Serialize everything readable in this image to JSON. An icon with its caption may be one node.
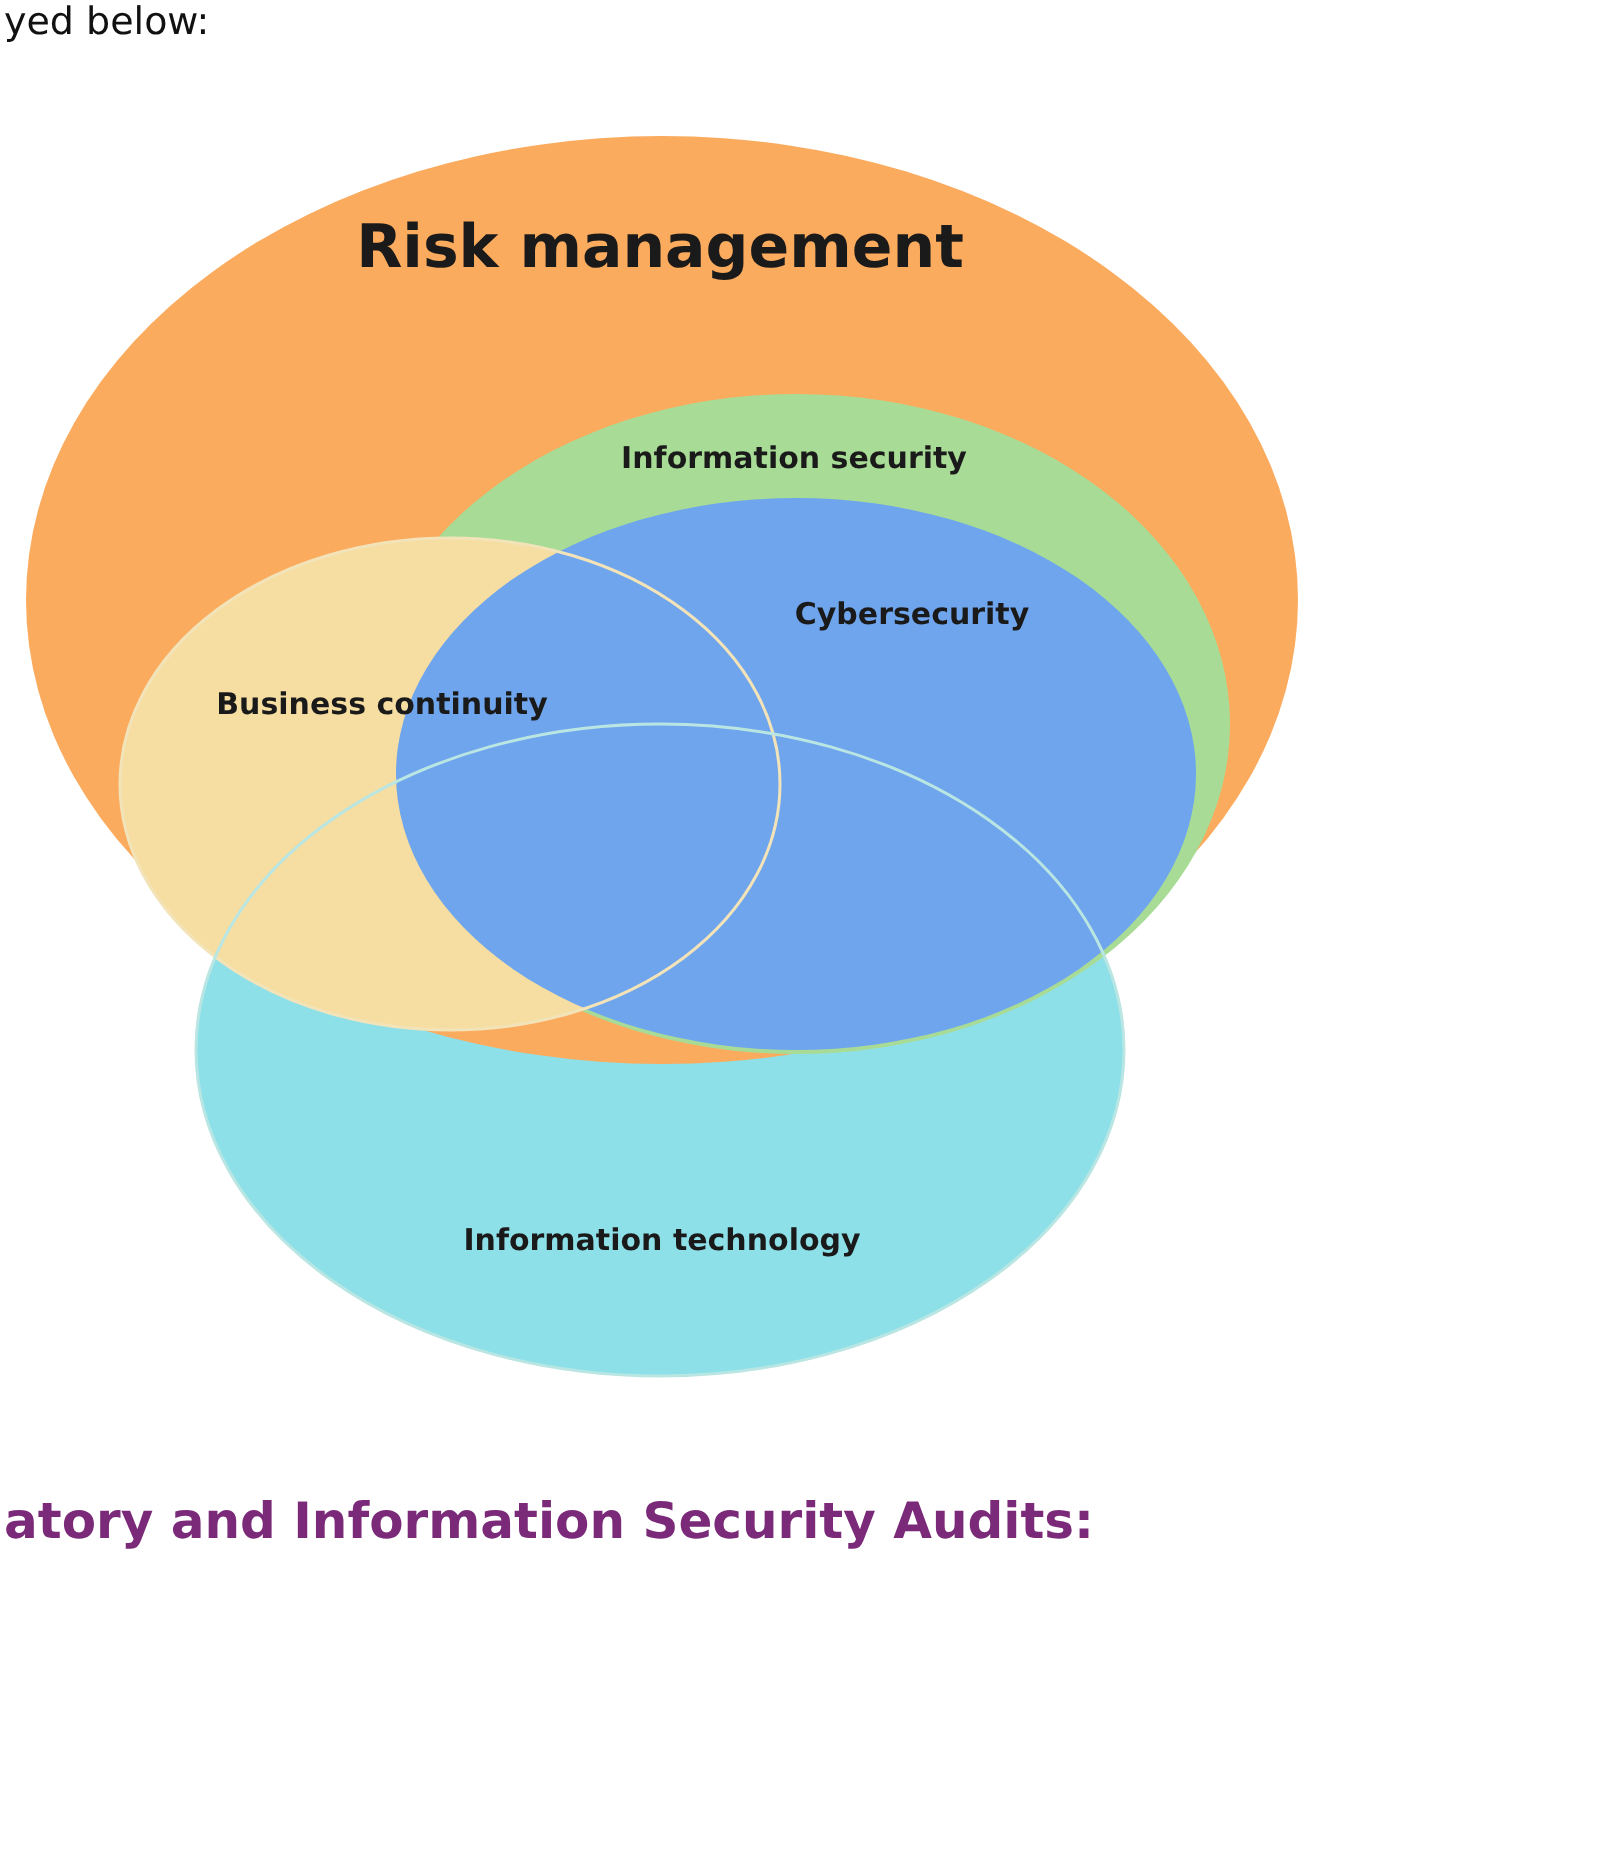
{
  "diagram": {
    "nodes": [
      {
        "text": [
          "Risk management"
        ]
      },
      {
        "text": [
          "Information security"
        ],
        "in": 0
      },
      {
        "text": [
          "Business continuity"
        ],
        "in": 0
      },
      {
        "text": [
          "Cybersecurity"
        ],
        "in": 1
      },
      {
        "text": [
          "Information technology"
        ]
      }
    ],
    "labels": [
      "yed below:",
      "atory and Information Security Audits:"
    ]
  }
}
